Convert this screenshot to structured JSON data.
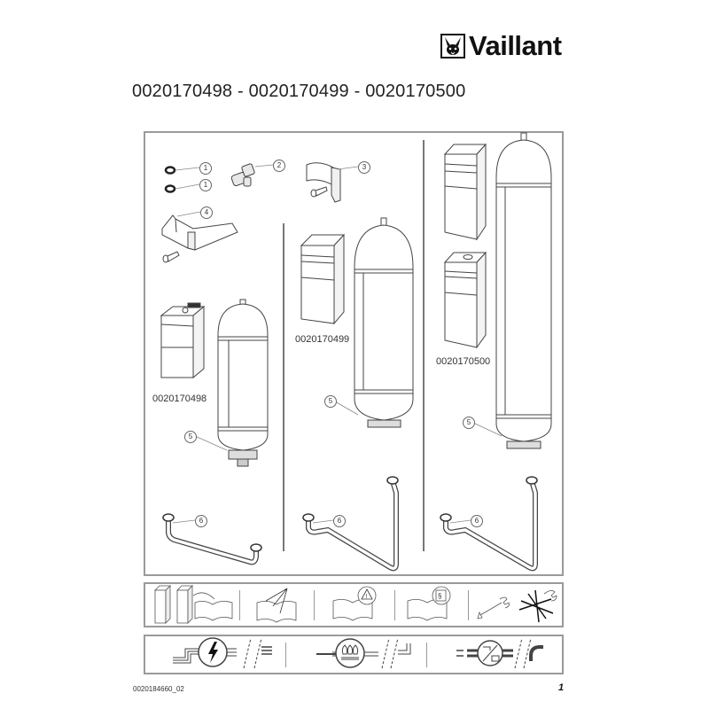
{
  "header": {
    "brand": "Vaillant",
    "title": "0020170498 - 0020170499 - 0020170500"
  },
  "diagram": {
    "panels": [
      {
        "model": "0020170498",
        "parts": [
          "1",
          "1",
          "2",
          "4",
          "5",
          "6"
        ]
      },
      {
        "model": "0020170499",
        "parts": [
          "3",
          "5",
          "6"
        ]
      },
      {
        "model": "0020170500",
        "parts": [
          "5",
          "6"
        ]
      }
    ],
    "callouts": {
      "c1a": "1",
      "c1b": "1",
      "c2": "2",
      "c3": "3",
      "c4": "4",
      "c5a": "5",
      "c5b": "5",
      "c5c": "5",
      "c6a": "6",
      "c6b": "6",
      "c6c": "6"
    }
  },
  "icon_strip": {
    "icons": [
      "read-manual-units-icon",
      "manual-arrows-icon",
      "manual-warning-icon",
      "manual-regulations-icon",
      "wrench-tools-icon"
    ]
  },
  "connection_strip": {
    "icons": [
      "electrical-connection-icon",
      "gas-connection-icon",
      "water-heating-connection-icon"
    ]
  },
  "footer": {
    "doc_number": "0020184660_02",
    "page": "1"
  }
}
